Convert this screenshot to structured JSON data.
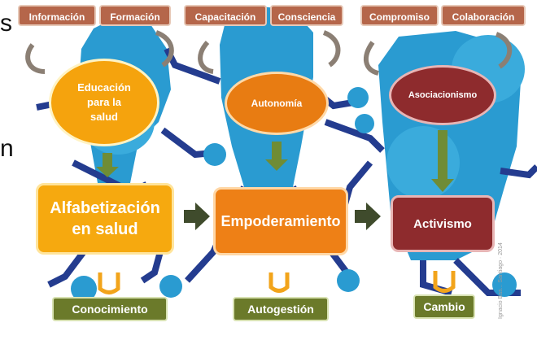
{
  "top_tags": [
    "Información",
    "Formación",
    "Capacitación",
    "Consciencia",
    "Compromiso",
    "Colaboración"
  ],
  "stage1": {
    "label": "Educación\npara la\nsalud",
    "color": "#f5a30d"
  },
  "stage2": {
    "label": "Autonomía",
    "color": "#e87c12"
  },
  "stage3": {
    "label": "Asociacionismo",
    "color": "#8e2b2d"
  },
  "box1": {
    "label": "Alfabetización\nen salud",
    "color": "#f6a90f"
  },
  "box2": {
    "label": "Empoderamiento",
    "color": "#ee8016"
  },
  "box3": {
    "label": "Activismo",
    "color": "#8e2b2d"
  },
  "results": [
    "Conocimiento",
    "Autogestión",
    "Cambio"
  ],
  "left_fragments": [
    "s",
    "n"
  ],
  "credit": "Ignacio  Bas...  Santiago · 2014",
  "colors": {
    "figure": "#2a9bd1",
    "limb": "#243c8f",
    "tag": "#b5664a",
    "result": "#6b7a2a",
    "arrow": "#3f4b2c",
    "down_arrow": "#6f8c35",
    "loop_arrow": "#8b7f74"
  }
}
